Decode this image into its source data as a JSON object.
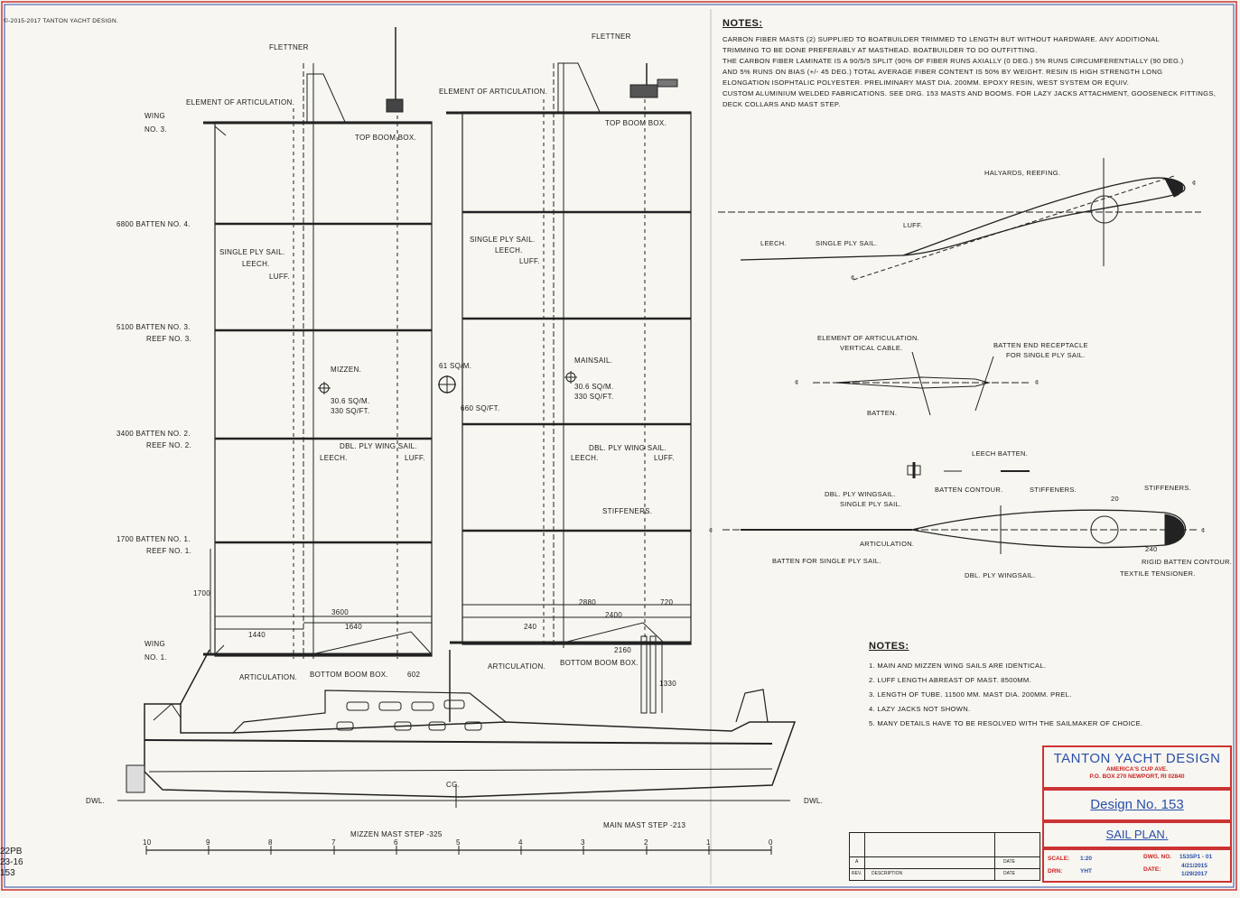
{
  "copyright": "©-2015-2017 TANTON YACHT DESIGN.",
  "colors": {
    "ink": "#1a1a1a",
    "border_red": "#cc3333",
    "border_blue": "#2a4fa8"
  },
  "notes_top": {
    "title": "NOTES:",
    "lines": [
      "CARBON FIBER MASTS (2) SUPPLIED TO BOATBUILDER TRIMMED TO LENGTH BUT WITHOUT HARDWARE. ANY ADDITIONAL",
      "TRIMMING TO BE DONE PREFERABLY AT MASTHEAD. BOATBUILDER TO DO OUTFITTING.",
      "THE CARBON FIBER LAMINATE IS A 90/5/5 SPLIT (90% OF FIBER RUNS AXIALLY (0 DEG.) 5% RUNS CIRCUMFERENTIALLY (90 DEG.)",
      "AND 5% RUNS ON BIAS (+/- 45 DEG.) TOTAL AVERAGE FIBER CONTENT IS 50% BY WEIGHT. RESIN IS HIGH STRENGTH LONG",
      "ELONGATION ISOPHTALIC POLYESTER. PRELIMINARY MAST DIA. 200MM. EPOXY RESIN, WEST SYSTEM OR EQUIV.",
      "CUSTOM ALUMINIUM WELDED FABRICATIONS. SEE DRG. 153 MASTS AND BOOMS. FOR LAZY JACKS ATTACHMENT, GOOSENECK FITTINGS,",
      "DECK COLLARS AND MAST STEP."
    ]
  },
  "notes_bottom": {
    "title": "NOTES:",
    "lines": [
      "1. MAIN AND MIZZEN WING SAILS ARE IDENTICAL.",
      "2. LUFF LENGTH ABREAST OF MAST. 8500MM.",
      "3. LENGTH OF TUBE. 11500 MM. MAST DIA. 200MM. PREL.",
      "4. LAZY JACKS NOT SHOWN.",
      "5. MANY DETAILS HAVE TO BE RESOLVED WITH THE SAILMAKER OF CHOICE."
    ]
  },
  "left_labels": {
    "wing3": "WING",
    "wing3b": "NO. 3.",
    "b4": "6800 BATTEN NO. 4.",
    "b3": "5100 BATTEN NO. 3.",
    "r3": "REEF NO. 3.",
    "b2": "3400 BATTEN NO. 2.",
    "r2": "REEF NO. 2.",
    "b1": "1700 BATTEN NO. 1.",
    "r1": "REEF NO. 1.",
    "wing1": "WING",
    "wing1b": "NO. 1.",
    "dwl_left": "DWL.",
    "dwl_right": "DWL."
  },
  "mizzen": {
    "fletner": "FLETTNER",
    "articulation_top": "ELEMENT OF ARTICULATION.",
    "top_boom_box": "TOP BOOM BOX.",
    "single_ply": "SINGLE PLY SAIL.",
    "leech": "LEECH.",
    "luff": "LUFF.",
    "name": "MIZZEN.",
    "area1": "30.6 SQ/M.",
    "area2": "330 SQ/FT.",
    "dbl_ply": "DBL. PLY WING SAIL.",
    "leech2": "LEECH.",
    "luff2": "LUFF.",
    "dim_3600": "3600",
    "dim_1640": "1640",
    "dim_1440": "1440",
    "dim_1700": "1700",
    "articulation_bottom": "ARTICULATION.",
    "bottom_boom_box": "BOTTOM BOOM BOX.",
    "dim_602": "602"
  },
  "mainsail": {
    "fletner": "FLETTNER",
    "articulation_top": "ELEMENT OF ARTICULATION.",
    "top_boom_box": "TOP BOOM BOX.",
    "single_ply": "SINGLE PLY SAIL.",
    "leech": "LEECH.",
    "luff": "LUFF.",
    "total1": "61 SQ/M.",
    "total2": "660 SQ/FT.",
    "name": "MAINSAIL.",
    "area1": "30.6 SQ/M.",
    "area2": "330 SQ/FT.",
    "dbl_ply": "DBL. PLY WING SAIL.",
    "leech2": "LEECH.",
    "luff2": "LUFF.",
    "stiffeners": "STIFFENERS.",
    "dim_2880": "2880",
    "dim_720": "720",
    "dim_2400": "2400",
    "dim_240": "240",
    "dim_2160": "2160",
    "dim_1330": "1330",
    "articulation_bottom": "ARTICULATION.",
    "bottom_boom_box": "BOTTOM BOOM BOX."
  },
  "hull": {
    "cg": "CG.",
    "mizzen_step": "MIZZEN MAST STEP -325",
    "main_step": "MAIN MAST STEP -213",
    "scale": [
      "10",
      "9",
      "8",
      "7",
      "6",
      "5",
      "4",
      "3",
      "2",
      "1",
      "0"
    ]
  },
  "sections": {
    "halyards": "HALYARDS, REEFING.",
    "luff": "LUFF.",
    "leech": "LEECH.",
    "single_ply": "SINGLE PLY SAIL.",
    "cl": "¢",
    "el_art1": "ELEMENT OF ARTICULATION.",
    "el_art2": "VERTICAL CABLE.",
    "batten_end1": "BATTEN END RECEPTACLE",
    "batten_end2": "FOR SINGLE PLY SAIL.",
    "batten": "BATTEN.",
    "leech_batten": "LEECH BATTEN.",
    "batten_contour": "BATTEN CONTOUR.",
    "dbl_ply_ws": "DBL. PLY WINGSAIL.",
    "single_ply2": "SINGLE PLY SAIL.",
    "stiffeners1": "STIFFENERS.",
    "stiffeners2": "STIFFENERS.",
    "dim_20": "20",
    "dim_240": "240",
    "articulation": "ARTICULATION.",
    "batten_single": "BATTEN FOR SINGLE PLY SAIL.",
    "dbl_ply_wing": "DBL. PLY WINGSAIL.",
    "rigid_batten": "RIGID BATTEN CONTOUR.",
    "textile": "TEXTILE TENSIONER."
  },
  "refbox": {
    "l1": "22PB",
    "l2": "23-16",
    "l3": "153"
  },
  "revision": {
    "a": "A",
    "date_hdr": "DATE",
    "rev": "REV.",
    "desc": "DESCRIPTION",
    "date2": "DATE"
  },
  "title_block": {
    "firm": "TANTON YACHT DESIGN",
    "sub1": "AMERICA'S CUP AVE.",
    "sub2": "P.O. BOX 270 NEWPORT, RI 02840",
    "design": "Design No. 153",
    "title": "SAIL PLAN.",
    "scale_lbl": "SCALE:",
    "scale_val": "1:20",
    "drn_lbl": "DRN:",
    "drn_val": "YHT",
    "dwg_lbl": "DWG. NO.",
    "dwg_val": "153SP1 - 01",
    "date_lbl": "DATE:",
    "date_val1": "4/21/2015",
    "date_val2": "1/29/2017"
  }
}
